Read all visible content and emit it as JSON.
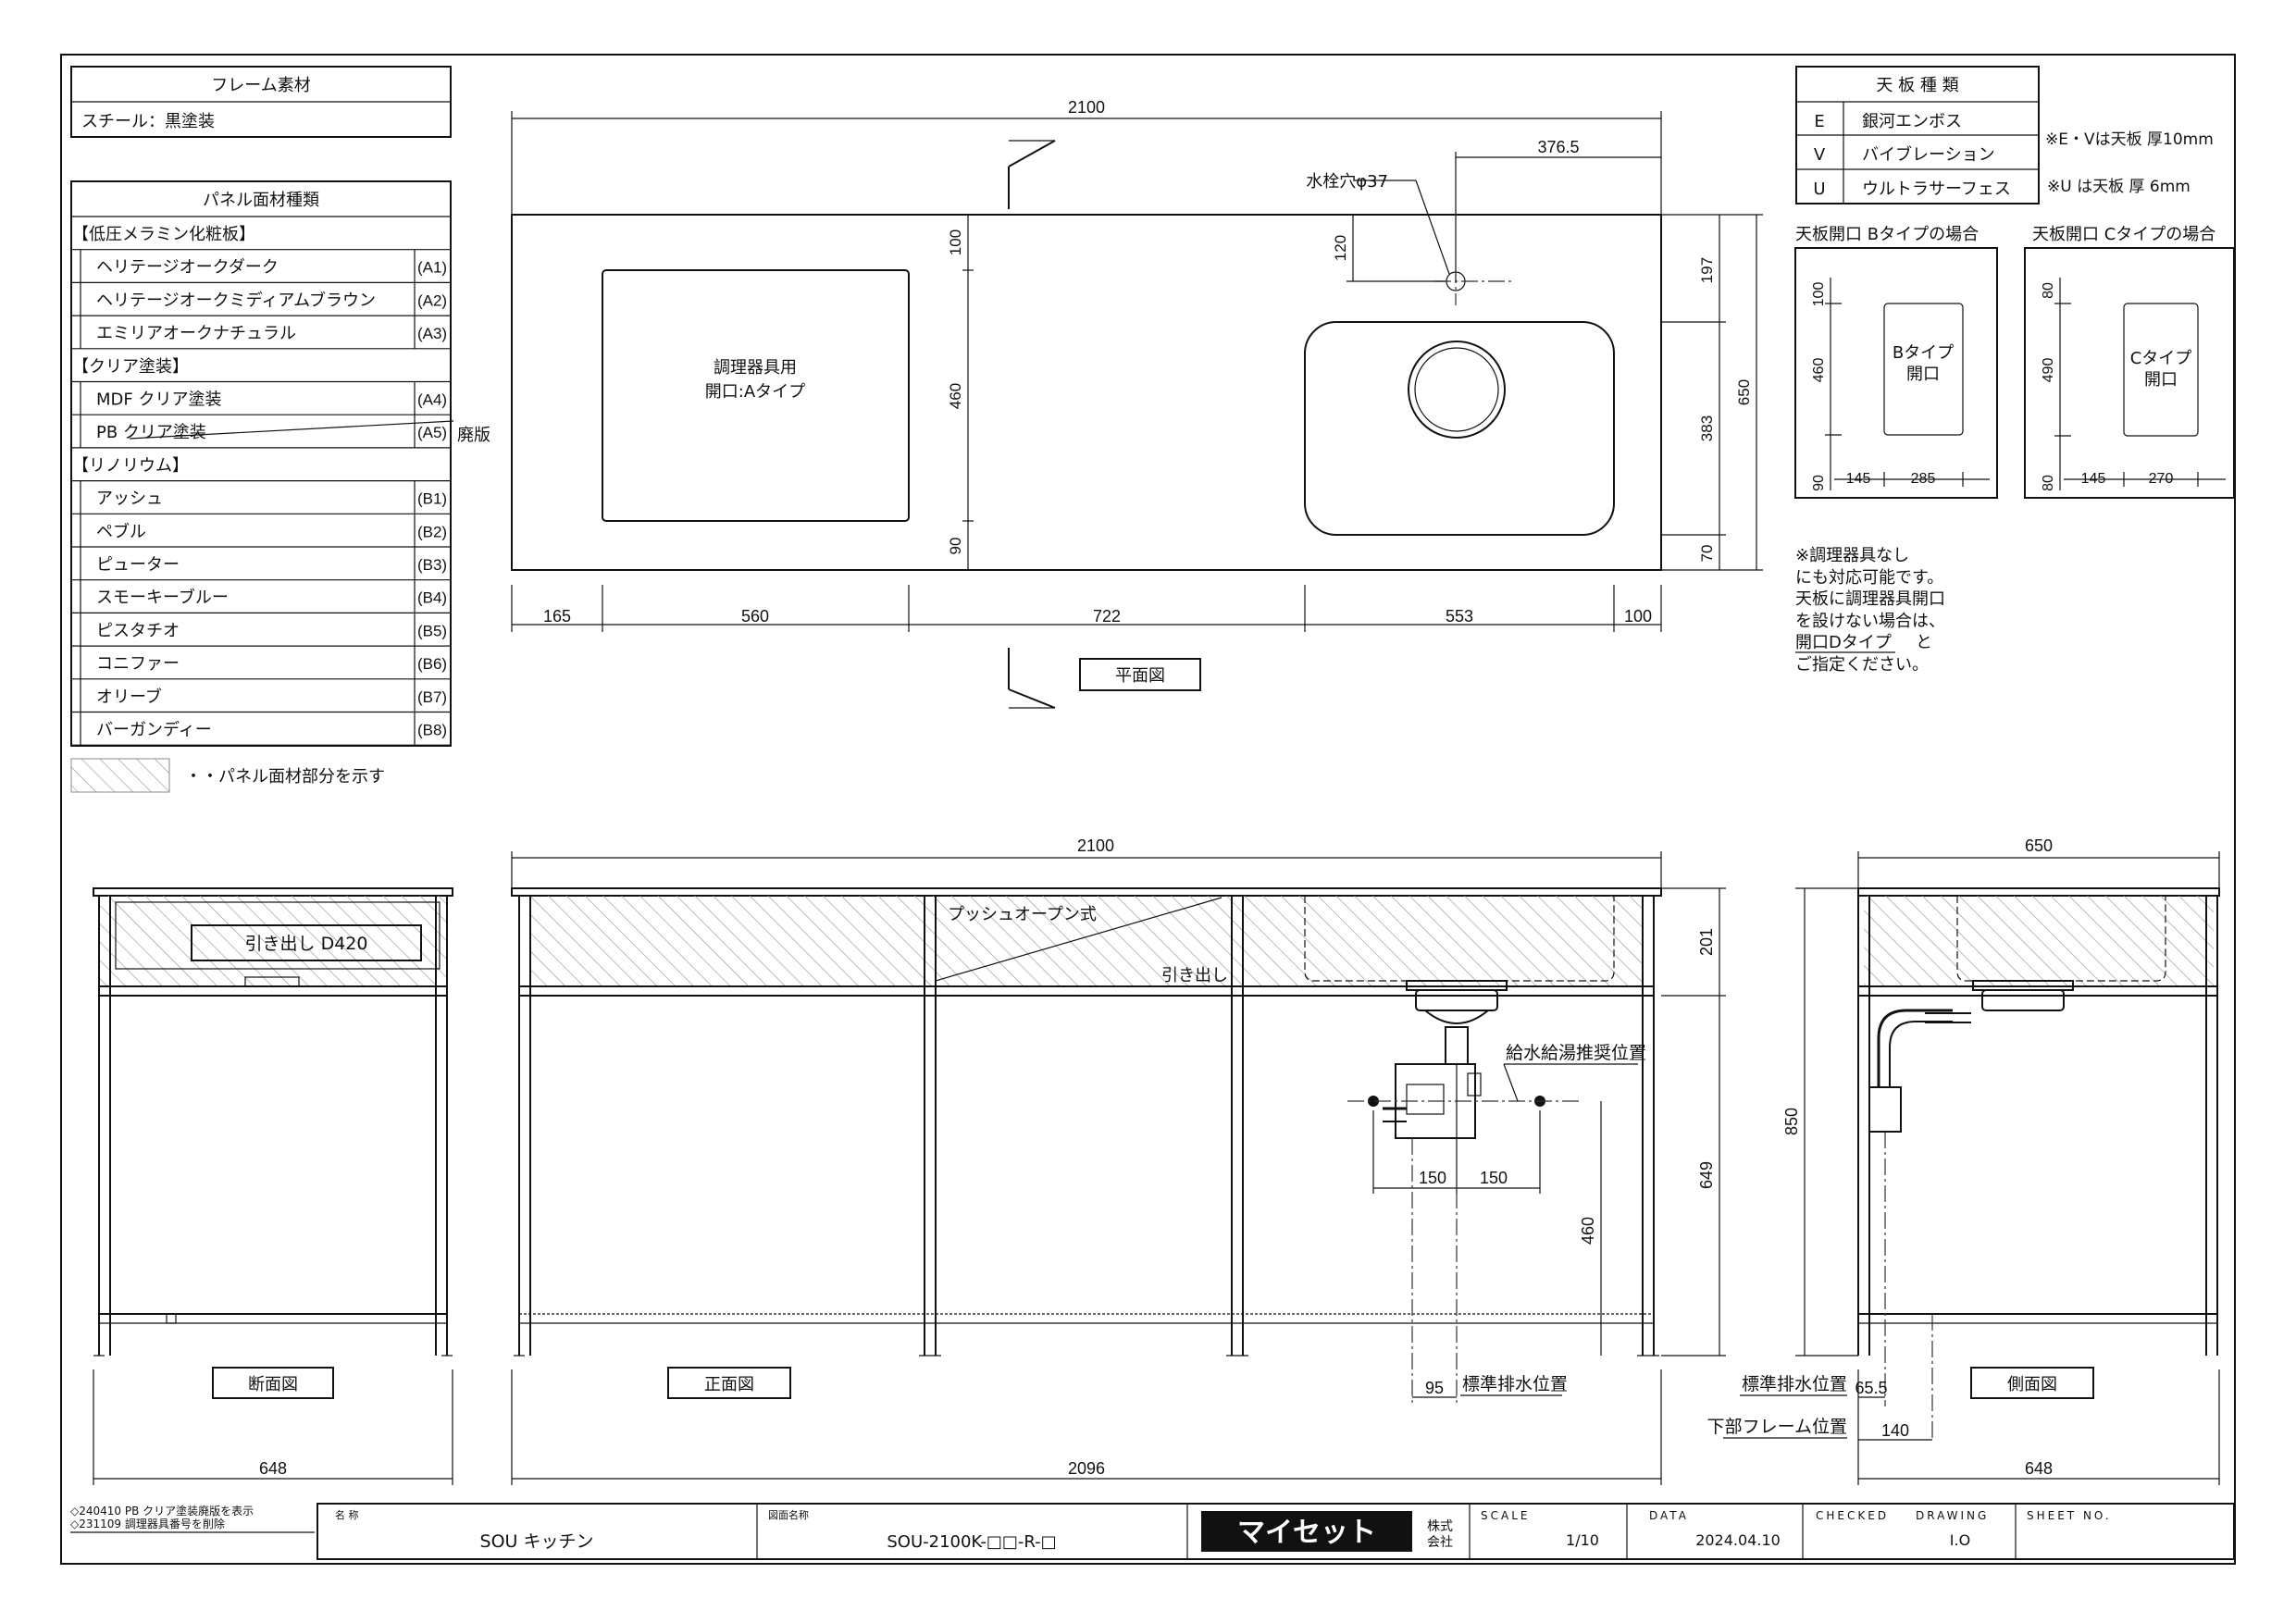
{
  "frame_material": {
    "title": "フレーム素材",
    "value": "スチール：黒塗装"
  },
  "panel_table": {
    "title": "パネル面材種類",
    "groups": [
      {
        "header": "【低圧メラミン化粧板】",
        "items": [
          {
            "name": "ヘリテージオークダーク",
            "code": "(A1)"
          },
          {
            "name": "ヘリテージオークミディアムブラウン",
            "code": "(A2)"
          },
          {
            "name": "エミリアオークナチュラル",
            "code": "(A3)"
          }
        ]
      },
      {
        "header": "【クリア塗装】",
        "items": [
          {
            "name": "MDF クリア塗装",
            "code": "(A4)"
          },
          {
            "name": "PB クリア塗装",
            "code": "(A5)"
          }
        ]
      },
      {
        "header": "【リノリウム】",
        "items": [
          {
            "name": "アッシュ",
            "code": "(B1)"
          },
          {
            "name": "ペブル",
            "code": "(B2)"
          },
          {
            "name": "ピューター",
            "code": "(B3)"
          },
          {
            "name": "スモーキーブルー",
            "code": "(B4)"
          },
          {
            "name": "ピスタチオ",
            "code": "(B5)"
          },
          {
            "name": "コニファー",
            "code": "(B6)"
          },
          {
            "name": "オリーブ",
            "code": "(B7)"
          },
          {
            "name": "バーガンディー",
            "code": "(B8)"
          }
        ]
      }
    ],
    "discontinued": "廃版",
    "legend": "・・パネル面材部分を示す"
  },
  "top_table": {
    "title": "天 板 種 類",
    "rows": [
      {
        "code": "E",
        "name": "銀河エンボス"
      },
      {
        "code": "V",
        "name": "バイブレーション"
      },
      {
        "code": "U",
        "name": "ウルトラサーフェス"
      }
    ],
    "note1": "※E・Vは天板 厚10mm",
    "note2": "※U は天板 厚 6mm"
  },
  "b_type": {
    "title": "天板開口 Bタイプの場合",
    "label1": "Bタイプ",
    "label2": "開口",
    "dims": {
      "top": "100",
      "mid": "460",
      "bot": "90",
      "left": "145",
      "w": "285"
    }
  },
  "c_type": {
    "title": "天板開口 Cタイプの場合",
    "label1": "Cタイプ",
    "label2": "開口",
    "dims": {
      "top": "80",
      "mid": "490",
      "bot": "80",
      "left": "145",
      "w": "270"
    }
  },
  "d_note": [
    "※調理器具なし",
    "にも対応可能です。",
    "天板に調理器具開口",
    "を設けない場合は、",
    "開口Dタイプ",
    "と",
    "ご指定ください。"
  ],
  "plan": {
    "label": "平面図",
    "width": "2100",
    "faucet_offset": "376.5",
    "faucet_hole": "水栓穴φ37",
    "opening_label1": "調理器具用",
    "opening_label2": "開口:Aタイプ",
    "dims_bottom": [
      "165",
      "560",
      "722",
      "553",
      "100"
    ],
    "dims_left": [
      "100",
      "460",
      "90"
    ],
    "dim_120": "120",
    "dims_right": [
      "197",
      "383",
      "70"
    ],
    "depth": "650"
  },
  "front": {
    "label": "正面図",
    "width": "2100",
    "bottom_width": "2096",
    "push_open": "プッシュオープン式",
    "drawer": "引き出し",
    "supply": "給水給湯推奨位置",
    "dim_150a": "150",
    "dim_150b": "150",
    "dim_460": "460",
    "dim_201": "201",
    "dim_649": "649",
    "dim_95": "95",
    "drain": "標準排水位置"
  },
  "section": {
    "label": "断面図",
    "drawer": "引き出し D420",
    "width": "648"
  },
  "side": {
    "label": "側面図",
    "width": "650",
    "bottom_width": "648",
    "height": "850",
    "drain": "標準排水位置",
    "drain_val": "65.5",
    "frame": "下部フレーム位置",
    "frame_val": "140"
  },
  "title_block": {
    "revisions": [
      "◇240410 PB クリア塗装廃版を表示",
      "◇231109 調理器具番号を削除"
    ],
    "name_label": "名 称",
    "name": "SOU キッチン",
    "drawing_label": "図面名称",
    "drawing": "SOU-2100K-□□-R-□",
    "logo": "マイセット",
    "company_suffix": "株式会社",
    "scale_label": "SCALE",
    "scale": "1/10",
    "data_label": "DATA",
    "date": "2024.04.10",
    "checked_label": "CHECKED",
    "drawing_col_label": "DRAWING",
    "drawing_by": "I.O",
    "sheet_label": "SHEET NO."
  }
}
